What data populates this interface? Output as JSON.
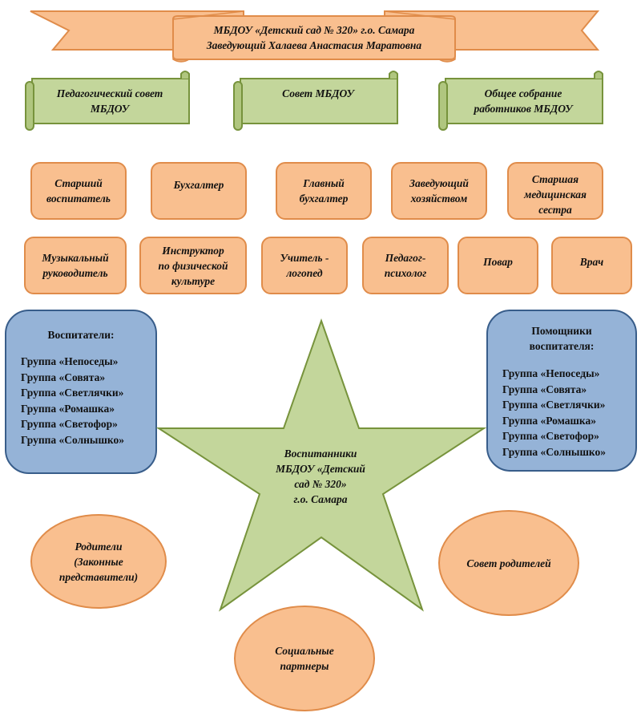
{
  "banner": {
    "line1": "МБДОУ «Детский сад № 320» г.о. Самара",
    "line2": "Заведующий Халаева Анастасия Маратовна"
  },
  "councils": [
    {
      "line1": "Педагогический совет",
      "line2": "МБДОУ"
    },
    {
      "line1": "Совет МБДОУ",
      "line2": ""
    },
    {
      "line1": "Общее собрание",
      "line2": "работников МБДОУ"
    }
  ],
  "staff_row1": [
    {
      "line1": "Старший",
      "line2": "воспитатель",
      "line3": ""
    },
    {
      "line1": "Бухгалтер",
      "line2": "",
      "line3": ""
    },
    {
      "line1": "Главный",
      "line2": "бухгалтер",
      "line3": ""
    },
    {
      "line1": "Заведующий",
      "line2": "хозяйством",
      "line3": ""
    },
    {
      "line1": "Старшая",
      "line2": "медицинская",
      "line3": "сестра"
    }
  ],
  "staff_row2": [
    {
      "line1": "Музыкальный",
      "line2": "руководитель",
      "line3": ""
    },
    {
      "line1": "Инструктор",
      "line2": "по физической",
      "line3": "культуре"
    },
    {
      "line1": "Учитель -",
      "line2": "логопед",
      "line3": ""
    },
    {
      "line1": "Педагог-",
      "line2": "психолог",
      "line3": ""
    },
    {
      "line1": "Повар",
      "line2": "",
      "line3": ""
    },
    {
      "line1": "Врач",
      "line2": "",
      "line3": ""
    }
  ],
  "educators": {
    "title1": "Воспитатели:",
    "title2": "",
    "groups": [
      "Группа «Непоседы»",
      "Группа «Совята»",
      "Группа «Светлячки»",
      "Группа «Ромашка»",
      "Группа «Светофор»",
      "Группа «Солнышко»"
    ]
  },
  "assistants": {
    "title1": "Помощники",
    "title2": "воспитателя:",
    "groups": [
      "Группа «Непоседы»",
      "Группа «Совята»",
      "Группа «Светлячки»",
      "Группа «Ромашка»",
      "Группа «Светофор»",
      "Группа «Солнышко»"
    ]
  },
  "star": {
    "line1": "Воспитанники",
    "line2": "МБДОУ «Детский",
    "line3": "сад № 320»",
    "line4": "г.о. Самара"
  },
  "parents": {
    "line1": "Родители",
    "line2": "(Законные",
    "line3": "представители)"
  },
  "parent_council": {
    "line1": "Совет родителей"
  },
  "partners": {
    "line1": "Социальные",
    "line2": "партнеры"
  },
  "colors": {
    "orange_fill": "#f9bf8f",
    "orange_border": "#e08c4a",
    "green_fill": "#c3d69b",
    "green_border": "#77933c",
    "blue_fill": "#95b3d7",
    "blue_border": "#385d8a"
  }
}
